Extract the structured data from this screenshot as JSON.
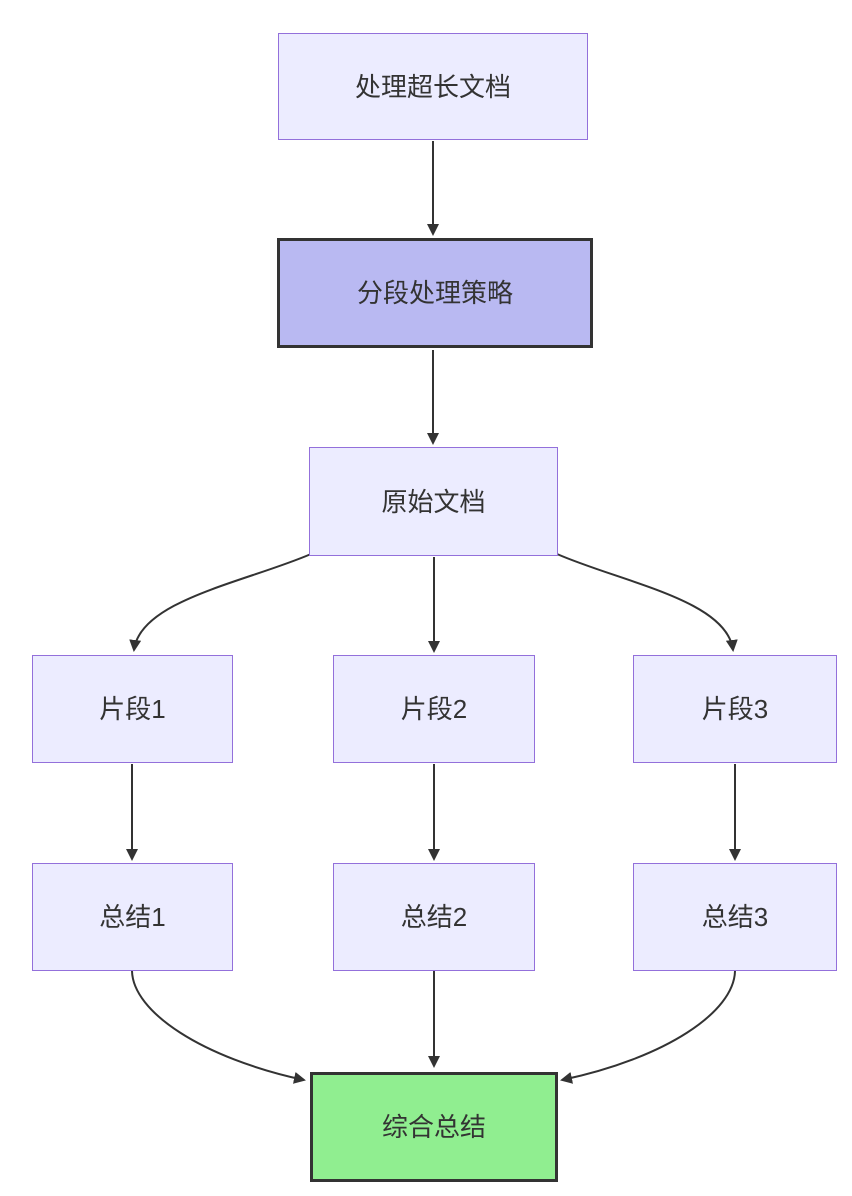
{
  "diagram": {
    "type": "flowchart",
    "direction": "top-down",
    "colors": {
      "background": "#ffffff",
      "node_fill": "#ECECFF",
      "node_border": "#9370DB",
      "emphasis_fill": "#B9B9F2",
      "emphasis_border": "#333333",
      "success_fill": "#90EE90",
      "success_border": "#333333",
      "edge": "#333333",
      "text": "#333333"
    },
    "nodes": [
      {
        "id": "A",
        "label": "处理超长文档",
        "style": "default"
      },
      {
        "id": "B",
        "label": "分段处理策略",
        "style": "emphasis"
      },
      {
        "id": "C",
        "label": "原始文档",
        "style": "default"
      },
      {
        "id": "D",
        "label": "片段1",
        "style": "default"
      },
      {
        "id": "E",
        "label": "片段2",
        "style": "default"
      },
      {
        "id": "F",
        "label": "片段3",
        "style": "default"
      },
      {
        "id": "G",
        "label": "总结1",
        "style": "default"
      },
      {
        "id": "H",
        "label": "总结2",
        "style": "default"
      },
      {
        "id": "I",
        "label": "总结3",
        "style": "default"
      },
      {
        "id": "J",
        "label": "综合总结",
        "style": "success"
      }
    ],
    "edges": [
      {
        "from": "处理超长文档",
        "to": "分段处理策略"
      },
      {
        "from": "分段处理策略",
        "to": "原始文档"
      },
      {
        "from": "原始文档",
        "to": "片段1"
      },
      {
        "from": "原始文档",
        "to": "片段2"
      },
      {
        "from": "原始文档",
        "to": "片段3"
      },
      {
        "from": "片段1",
        "to": "总结1"
      },
      {
        "from": "片段2",
        "to": "总结2"
      },
      {
        "from": "片段3",
        "to": "总结3"
      },
      {
        "from": "总结1",
        "to": "综合总结"
      },
      {
        "from": "总结2",
        "to": "综合总结"
      },
      {
        "from": "总结3",
        "to": "综合总结"
      }
    ]
  }
}
